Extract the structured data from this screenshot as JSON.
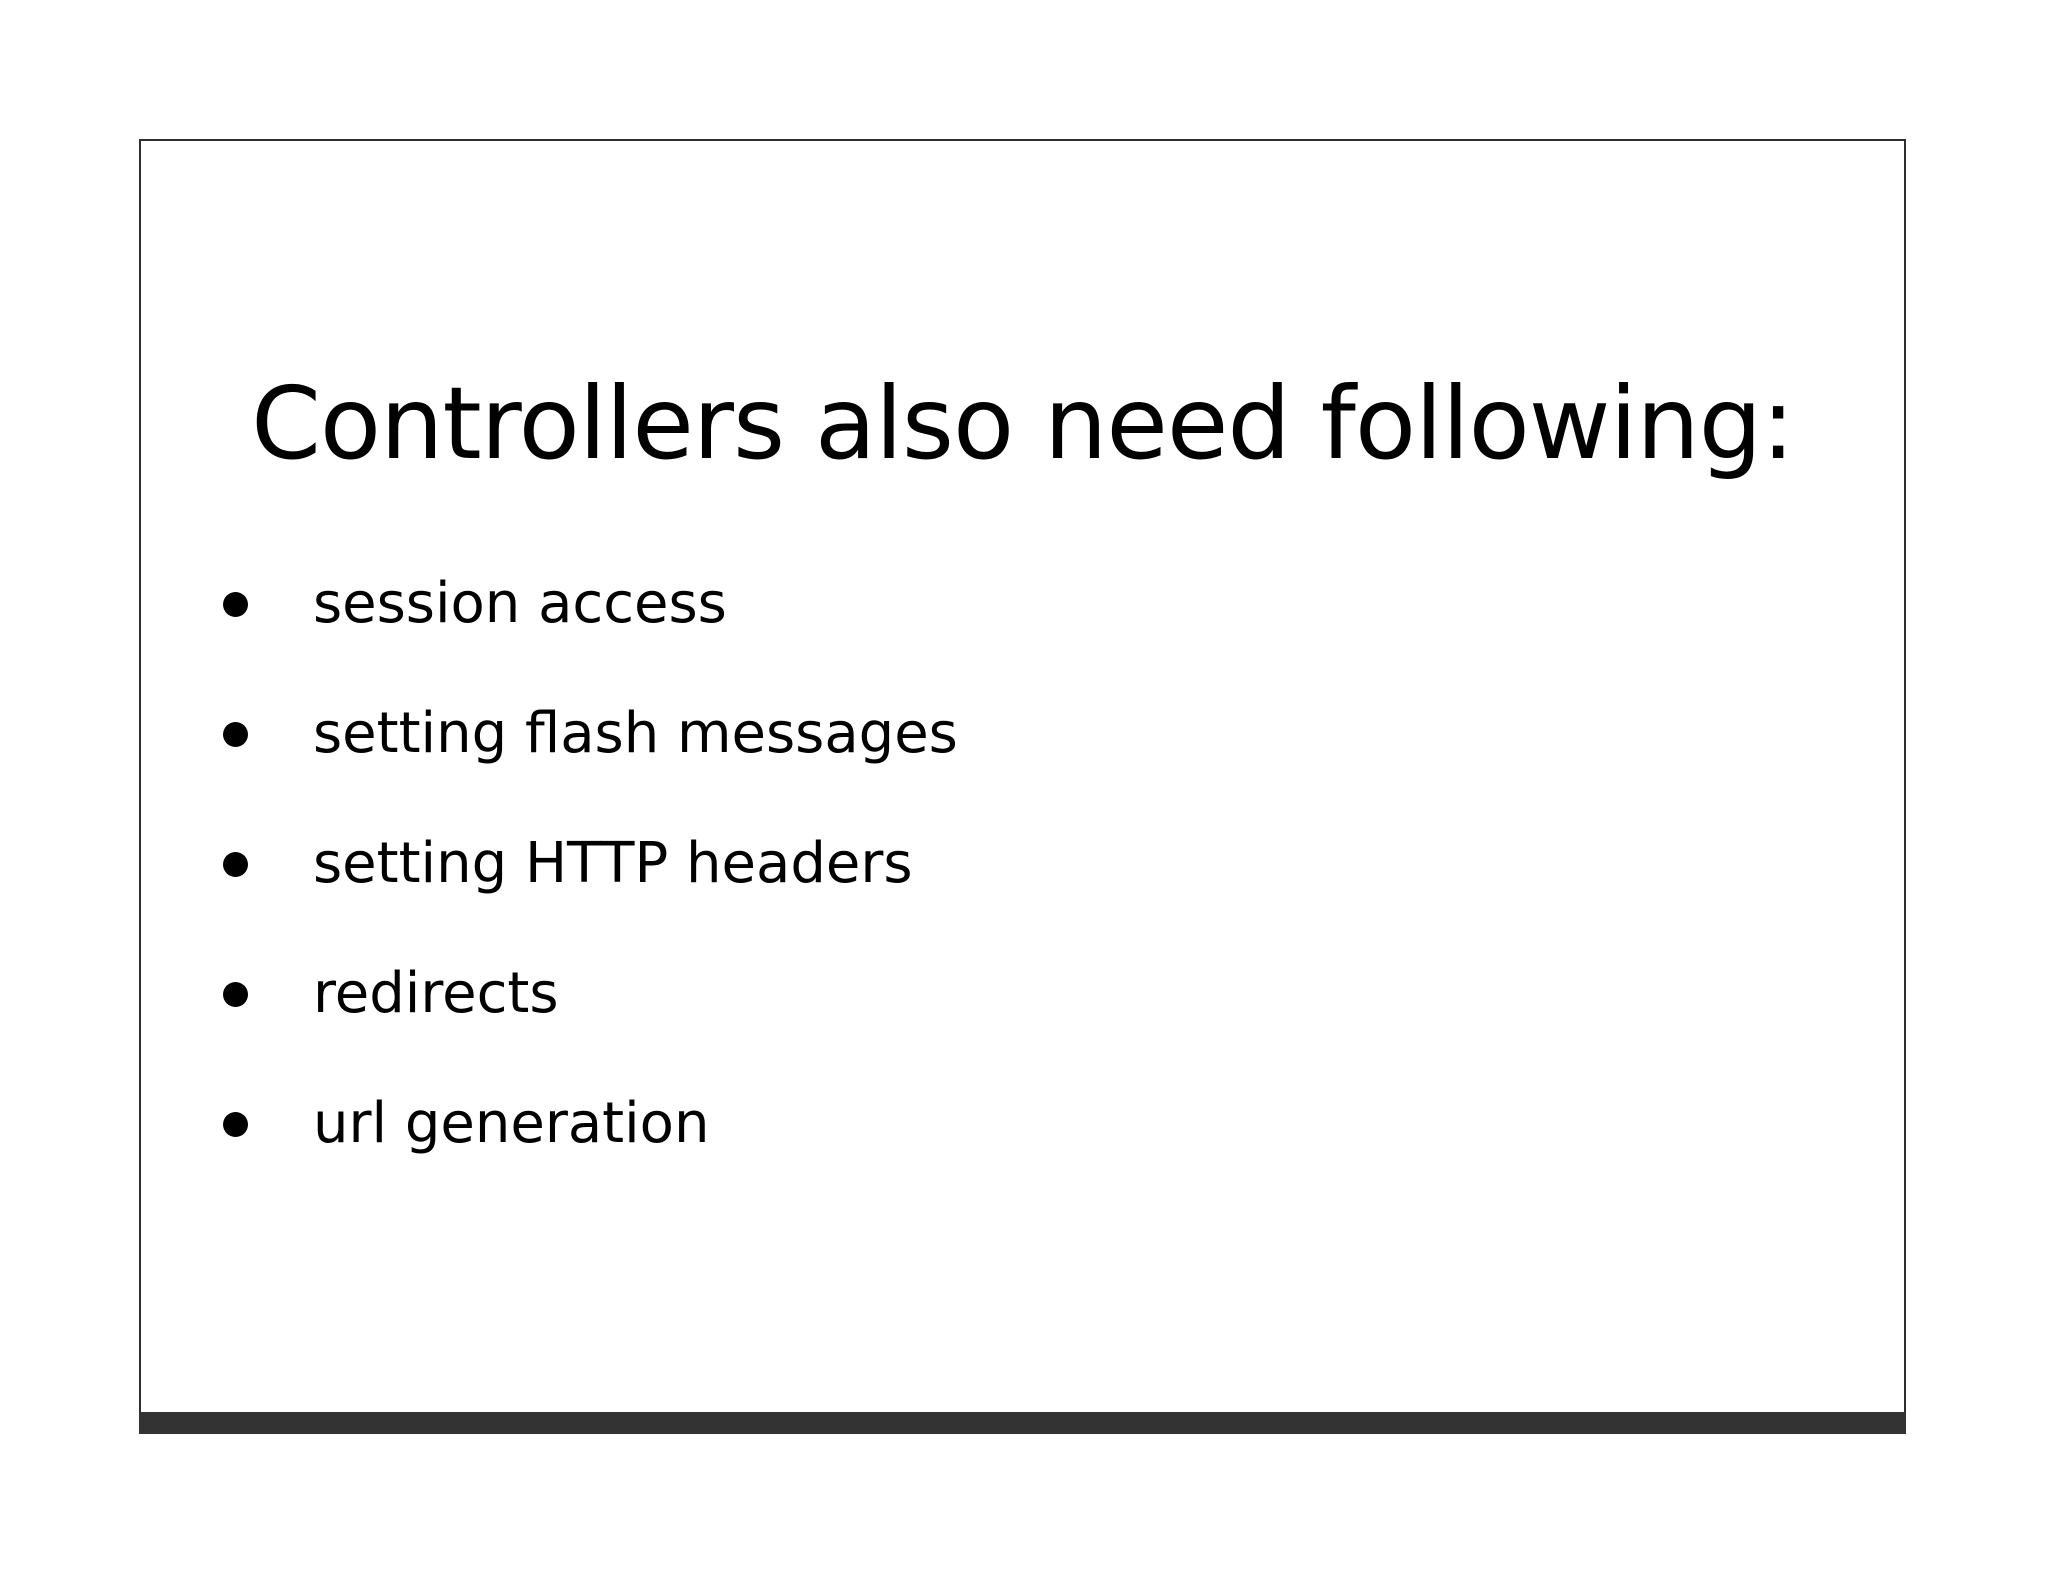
{
  "slide": {
    "title": "Controllers also need following:",
    "bullets": [
      "session access",
      "setting flash messages",
      "setting HTTP headers",
      "redirects",
      "url generation"
    ],
    "colors": {
      "text": "#000000",
      "border": "#2e2e2e",
      "bottom_bar": "#333333",
      "background": "#ffffff"
    }
  }
}
